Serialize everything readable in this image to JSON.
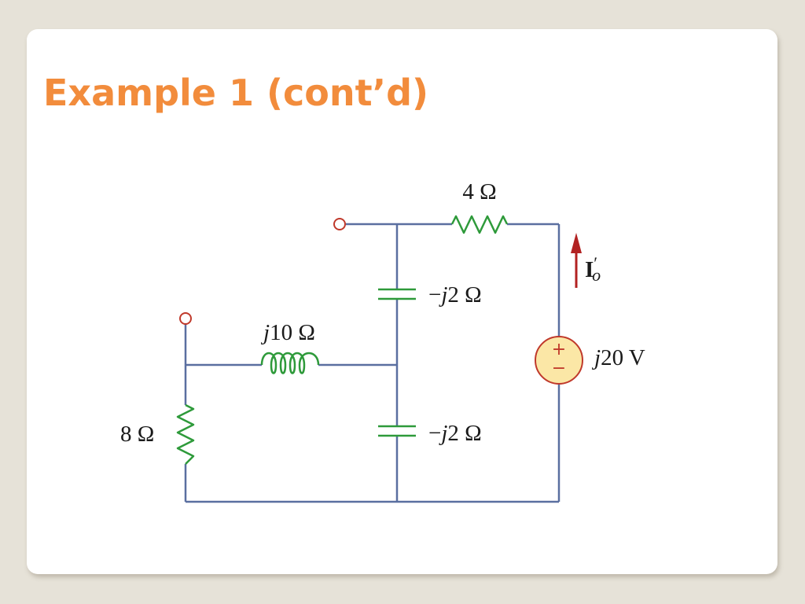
{
  "slide": {
    "title": "Example 1 (cont’d)"
  },
  "colors": {
    "background": "#e6e2d8",
    "title": "#f28c3c",
    "wire": "#5a6fa0",
    "resistor": "#2e9a3a",
    "terminal": "#c0392b",
    "current_arrow": "#b22222",
    "source_fill": "#fbe7a6",
    "source_outline": "#c0392b"
  },
  "circuit": {
    "r4": {
      "value": "4 Ω"
    },
    "c_top": {
      "prefix": "−",
      "j": "j",
      "value": "2 Ω"
    },
    "c_bottom": {
      "prefix": "−",
      "j": "j",
      "value": "2 Ω"
    },
    "inductor": {
      "j": "j",
      "value": "10 Ω"
    },
    "r8": {
      "value": "8 Ω"
    },
    "source": {
      "j": "j",
      "value": "20 V",
      "plus": "+",
      "minus": "−"
    },
    "current": {
      "symbol": "I",
      "prime": "′",
      "subscript": "o"
    }
  }
}
